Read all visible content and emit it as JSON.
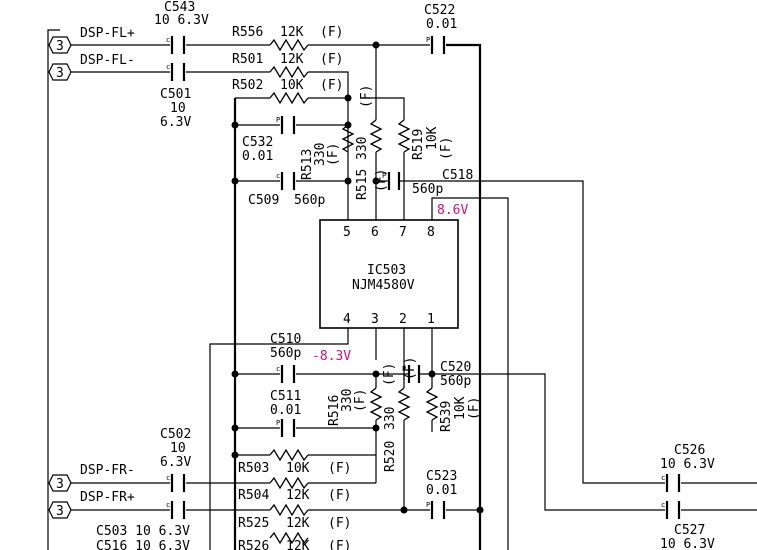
{
  "diagram": {
    "pin_marker": "3",
    "inputs": {
      "fl_plus": "DSP-FL+",
      "fl_minus": "DSP-FL-",
      "fr_minus": "DSP-FR-",
      "fr_plus": "DSP-FR+"
    },
    "ic": {
      "ref": "IC503",
      "part": "NJM4580V",
      "top_pins": [
        "5",
        "6",
        "7",
        "8"
      ],
      "bottom_pins": [
        "4",
        "3",
        "2",
        "1"
      ]
    },
    "voltages": {
      "positive": "8.6V",
      "negative": "-8.3V"
    },
    "mark_f": "(F)",
    "pol_c": "c",
    "pol_p": "P",
    "components": {
      "c543_ref": "C543",
      "c543_val": "10 6.3V",
      "r556_ref": "R556",
      "r556_val": "12K",
      "r501_ref": "R501",
      "r501_val": "12K",
      "r502_ref": "R502",
      "r502_val": "10K",
      "c522_ref": "C522",
      "c522_val": "0.01",
      "c501_ref": "C501",
      "c501_val1": "10",
      "c501_val2": "6.3V",
      "c532_ref": "C532",
      "c532_val": "0.01",
      "r513_ref": "R513",
      "r513_val": "330",
      "r515_ref": "R515",
      "r515_val": "330",
      "r519_ref": "R519",
      "r519_val": "10K",
      "c518_ref": "C518",
      "c518_val": "560p",
      "c509_ref": "C509",
      "c509_val": "560p",
      "c510_ref": "C510",
      "c510_val": "560p",
      "c520_ref": "C520",
      "c520_val": "560p",
      "c511_ref": "C511",
      "c511_val": "0.01",
      "r516_ref": "R516",
      "r516_val": "330",
      "r520_ref": "R520",
      "r520_val": "330",
      "r539_ref": "R539",
      "r539_val": "10K",
      "c502_ref": "C502",
      "c502_val1": "10",
      "c502_val2": "6.3V",
      "r503_ref": "R503",
      "r503_val": "10K",
      "r504_ref": "R504",
      "r504_val": "12K",
      "r525_ref": "R525",
      "r525_val": "12K",
      "r526_ref": "R526",
      "r526_val": "12K",
      "c523_ref": "C523",
      "c523_val": "0.01",
      "c526_ref": "C526",
      "c526_val": "10 6.3V",
      "c527_ref": "C527",
      "c527_val": "10 6.3V",
      "c503_line": "C503 10 6.3V",
      "c516_line": "C516 10 6.3V"
    }
  }
}
